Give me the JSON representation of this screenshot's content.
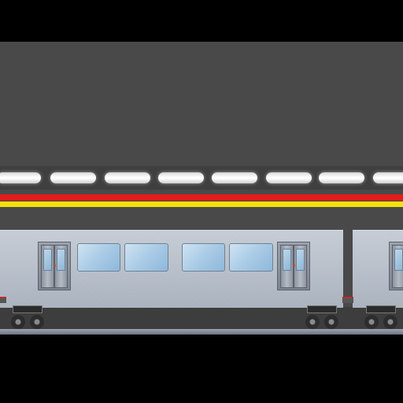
{
  "scene": {
    "type": "subway-train-in-tunnel",
    "colors": {
      "tunnel_wall": "#4a4949",
      "light_strip": "#3f3f3f",
      "light": "#ffffff",
      "stripe_red": "#e31b1b",
      "stripe_yellow": "#f4e20f",
      "car_body": "#b8c0ca",
      "window_glass": "#a9cbe6",
      "rail": "#8a939e",
      "background": "#000000"
    },
    "tunnel_light_count": 8,
    "cars_visible": 2
  }
}
